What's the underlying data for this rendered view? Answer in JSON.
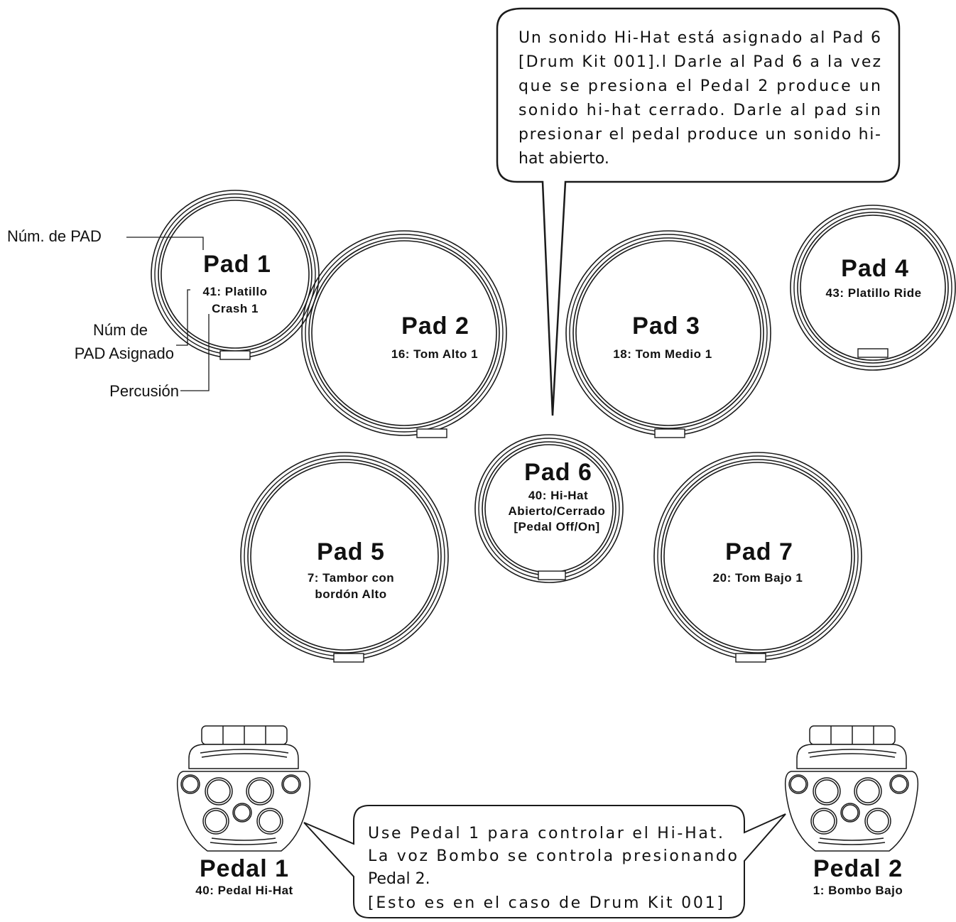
{
  "callout_top": {
    "lines": [
      "Un sonido Hi-Hat está asignado al Pad 6",
      "[Drum Kit 001].l Darle al Pad 6 a la vez",
      "que se presiona el Pedal 2 produce un",
      "sonido hi-hat cerrado. Darle al pad sin",
      "presionar el pedal produce un sonido hi-",
      "hat abierto."
    ]
  },
  "legend": {
    "pad_number": "Núm. de PAD",
    "assigned_line1": "Núm de",
    "assigned_line2": "PAD Asignado",
    "percussion": "Percusión"
  },
  "pads": {
    "pad1": {
      "title": "Pad 1",
      "line1": "41: Platillo",
      "line2": "Crash 1"
    },
    "pad2": {
      "title": "Pad 2",
      "line1": "16: Tom Alto 1"
    },
    "pad3": {
      "title": "Pad 3",
      "line1": "18: Tom Medio 1"
    },
    "pad4": {
      "title": "Pad 4",
      "line1": "43: Platillo Ride"
    },
    "pad5": {
      "title": "Pad 5",
      "line1": "7: Tambor con",
      "line2": "bordón Alto"
    },
    "pad6": {
      "title": "Pad 6",
      "line1": "40: Hi-Hat",
      "line2": "Abierto/Cerrado",
      "line3": "[Pedal Off/On]"
    },
    "pad7": {
      "title": "Pad 7",
      "line1": "20: Tom Bajo 1"
    }
  },
  "pedals": {
    "pedal1": {
      "title": "Pedal 1",
      "line1": "40: Pedal Hi-Hat"
    },
    "pedal2": {
      "title": "Pedal 2",
      "line1": "1: Bombo Bajo"
    }
  },
  "callout_bottom": {
    "lines": [
      "Use Pedal 1 para controlar el Hi-Hat.",
      "La voz Bombo se controla presionando",
      "Pedal 2.",
      "[Esto es en el caso de Drum Kit 001]"
    ]
  }
}
